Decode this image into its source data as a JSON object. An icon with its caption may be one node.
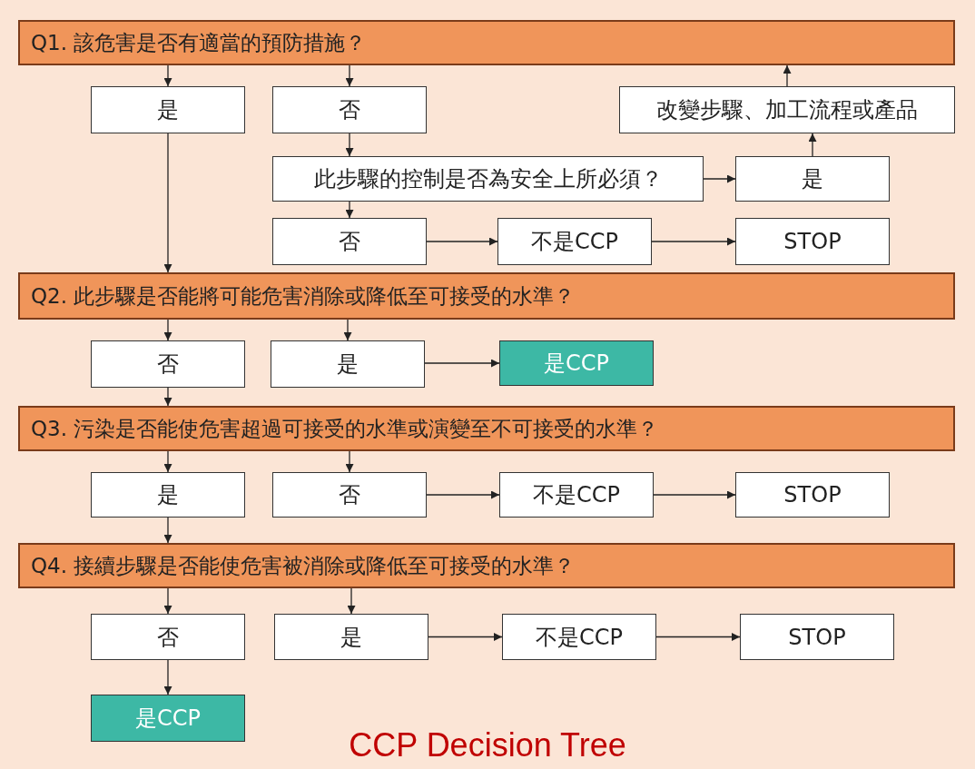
{
  "diagram": {
    "caption": "CCP Decision Tree",
    "nodes": [
      {
        "text": [
          "Q1. 該危害是否有適當的預防措施？"
        ]
      },
      {
        "text": [
          "是"
        ]
      },
      {
        "text": [
          "否"
        ]
      },
      {
        "text": [
          "改變步驟、加工流程或產品"
        ]
      },
      {
        "text": [
          "此步驟的控制是否為安全上所必須？"
        ]
      },
      {
        "text": [
          "是"
        ]
      },
      {
        "text": [
          "否"
        ]
      },
      {
        "text": [
          "不是CCP"
        ]
      },
      {
        "text": [
          "STOP"
        ]
      },
      {
        "text": [
          "Q2. 此步驟是否能將可能危害消除或降低至可接受的水準？"
        ]
      },
      {
        "text": [
          "否"
        ]
      },
      {
        "text": [
          "是"
        ]
      },
      {
        "text": [
          "是CCP"
        ]
      },
      {
        "text": [
          "Q3. 污染是否能使危害超過可接受的水準或演變至不可接受的水準？"
        ]
      },
      {
        "text": [
          "是"
        ]
      },
      {
        "text": [
          "否"
        ]
      },
      {
        "text": [
          "不是CCP"
        ]
      },
      {
        "text": [
          "STOP"
        ]
      },
      {
        "text": [
          "Q4. 接續步驟是否能使危害被消除或降低至可接受的水準？"
        ]
      },
      {
        "text": [
          "否"
        ]
      },
      {
        "text": [
          "是"
        ]
      },
      {
        "text": [
          "不是CCP"
        ]
      },
      {
        "text": [
          "STOP"
        ]
      },
      {
        "text": [
          "是CCP"
        ]
      }
    ],
    "edges": [
      {
        "from": 0,
        "to": 1,
        "arrow": "to"
      },
      {
        "from": 0,
        "to": 2,
        "arrow": "to"
      },
      {
        "from": 2,
        "to": 4,
        "arrow": "to"
      },
      {
        "from": 4,
        "to": 5,
        "arrow": "to"
      },
      {
        "from": 5,
        "to": 3,
        "arrow": "to"
      },
      {
        "from": 3,
        "to": 0,
        "arrow": "to"
      },
      {
        "from": 4,
        "to": 6,
        "arrow": "to"
      },
      {
        "from": 6,
        "to": 7,
        "arrow": "to"
      },
      {
        "from": 7,
        "to": 8,
        "arrow": "to"
      },
      {
        "from": 1,
        "to": 9,
        "arrow": "to"
      },
      {
        "from": 9,
        "to": 10,
        "arrow": "to"
      },
      {
        "from": 9,
        "to": 11,
        "arrow": "to"
      },
      {
        "from": 11,
        "to": 12,
        "arrow": "to"
      },
      {
        "from": 10,
        "to": 13,
        "arrow": "to"
      },
      {
        "from": 13,
        "to": 14,
        "arrow": "to"
      },
      {
        "from": 13,
        "to": 15,
        "arrow": "to"
      },
      {
        "from": 15,
        "to": 16,
        "arrow": "to"
      },
      {
        "from": 16,
        "to": 17,
        "arrow": "to"
      },
      {
        "from": 14,
        "to": 18,
        "arrow": "to"
      },
      {
        "from": 18,
        "to": 19,
        "arrow": "to"
      },
      {
        "from": 18,
        "to": 20,
        "arrow": "to"
      },
      {
        "from": 20,
        "to": 21,
        "arrow": "to"
      },
      {
        "from": 21,
        "to": 22,
        "arrow": "to"
      },
      {
        "from": 19,
        "to": 23,
        "arrow": "to"
      }
    ]
  }
}
